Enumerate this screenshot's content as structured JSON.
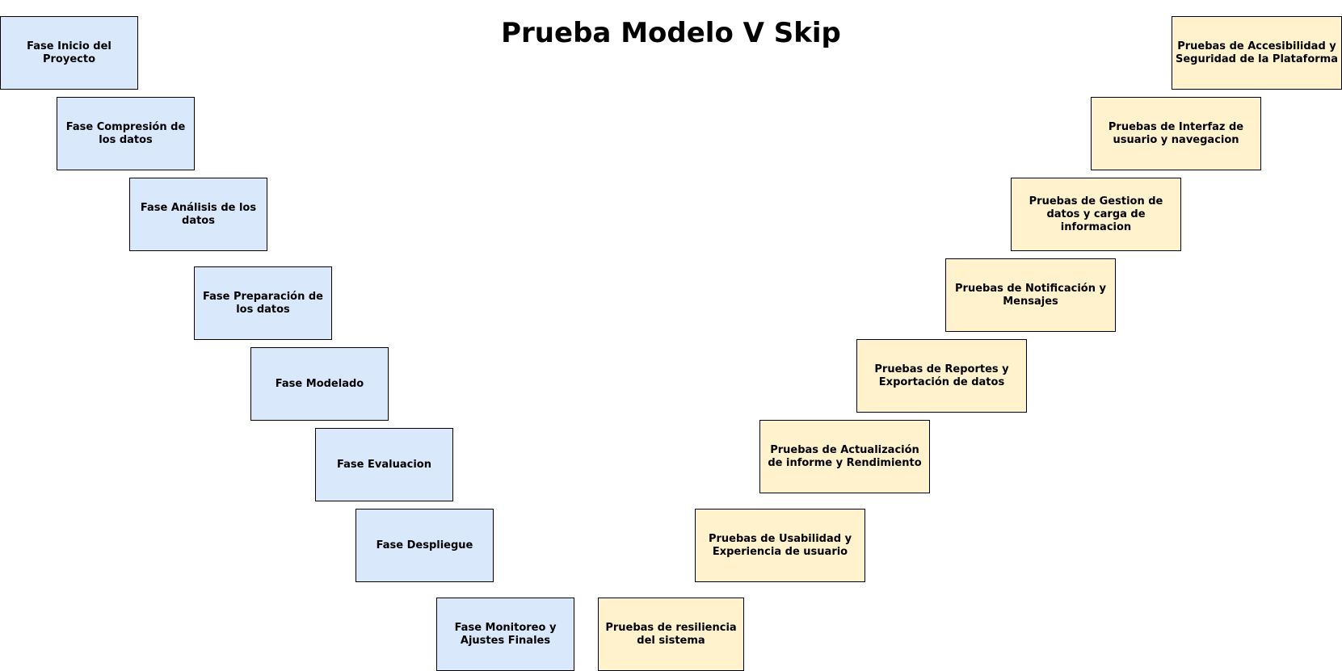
{
  "title": "Prueba Modelo V Skip",
  "colors": {
    "phase_fill": "#dae8fc",
    "test_fill": "#fff2cc",
    "border": "#000000"
  },
  "phases": [
    {
      "label": "Fase Inicio del Proyecto"
    },
    {
      "label": "Fase Compresión de los datos"
    },
    {
      "label": "Fase Análisis de los datos"
    },
    {
      "label": "Fase Preparación de los datos"
    },
    {
      "label": "Fase Modelado"
    },
    {
      "label": "Fase Evaluacion"
    },
    {
      "label": "Fase Despliegue"
    },
    {
      "label": "Fase Monitoreo y Ajustes Finales"
    }
  ],
  "tests": [
    {
      "label": "Pruebas de Accesibilidad y Seguridad de la Plataforma"
    },
    {
      "label": "Pruebas de Interfaz de usuario y navegacion"
    },
    {
      "label": "Pruebas de Gestion de datos y carga de informacion"
    },
    {
      "label": "Pruebas de Notificación y Mensajes"
    },
    {
      "label": "Pruebas de Reportes y Exportación de datos"
    },
    {
      "label": "Pruebas de Actualización de informe y Rendimiento"
    },
    {
      "label": "Pruebas de Usabilidad y Experiencia de usuario"
    },
    {
      "label": "Pruebas de resiliencia del sistema"
    }
  ]
}
